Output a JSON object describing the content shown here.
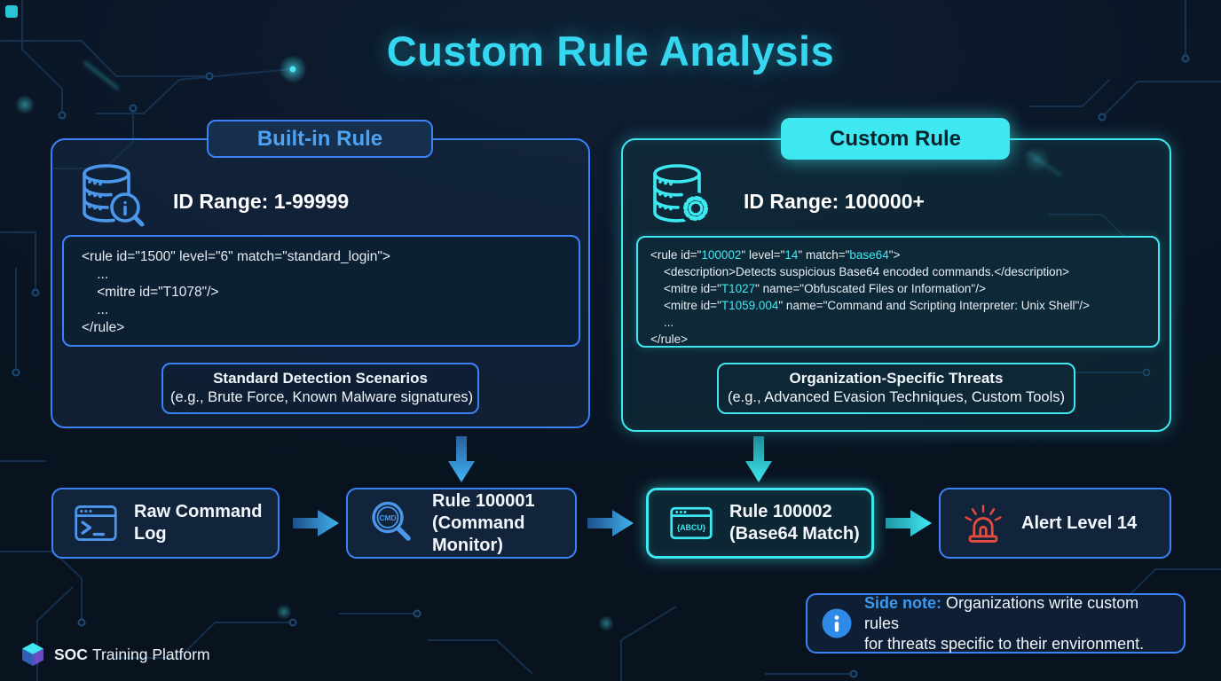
{
  "title": "Custom Rule Analysis",
  "colors": {
    "blue": "#3b82f6",
    "cyan": "#3de8f0",
    "red": "#e84c3d",
    "title_cyan": "#35d6f0"
  },
  "builtin_panel": {
    "tab": "Built-in Rule",
    "icon": "database-info-icon",
    "id_range": "ID Range: 1-99999",
    "code": [
      [
        {
          "t": "<rule id=\"1500\" level=\"6\" match=\"standard_login\">"
        }
      ],
      [
        {
          "t": "    ..."
        }
      ],
      [
        {
          "t": "    <mitre id=\"T1078\"/>"
        }
      ],
      [
        {
          "t": "    ..."
        }
      ],
      [
        {
          "t": "</rule>"
        }
      ]
    ],
    "scenario_title": "Standard Detection Scenarios",
    "scenario_subtitle": "(e.g., Brute Force, Known Malware signatures)"
  },
  "custom_panel": {
    "tab": "Custom Rule",
    "icon": "database-gear-icon",
    "id_range": "ID Range: 100000+",
    "code": [
      [
        {
          "t": "<rule id=\""
        },
        {
          "t": "100002",
          "hl": true
        },
        {
          "t": "\" level=\""
        },
        {
          "t": "14",
          "hl": true
        },
        {
          "t": "\" match=\""
        },
        {
          "t": "base64",
          "hl": true
        },
        {
          "t": "\">"
        }
      ],
      [
        {
          "t": "    <description>Detects suspicious Base64 encoded commands.</description>"
        }
      ],
      [
        {
          "t": "    <mitre id=\""
        },
        {
          "t": "T1027",
          "hl": true
        },
        {
          "t": "\" name=\"Obfuscated Files or Information\"/>"
        }
      ],
      [
        {
          "t": "    <mitre id=\""
        },
        {
          "t": "T1059.004",
          "hl": true
        },
        {
          "t": "\" name=\"Command and Scripting Interpreter: Unix Shell\"/>"
        }
      ],
      [
        {
          "t": "    ..."
        }
      ],
      [
        {
          "t": "</rule>"
        }
      ]
    ],
    "scenario_title": "Organization-Specific Threats",
    "scenario_subtitle": "(e.g., Advanced Evasion Techniques, Custom Tools)"
  },
  "flow": {
    "nodes": [
      {
        "line1": "Raw Command Log",
        "line2": "",
        "icon": "terminal-icon",
        "variant": "blue"
      },
      {
        "line1": "Rule 100001",
        "line2": "(Command Monitor)",
        "icon": "magnifier-cmd-icon",
        "icon_text": "CMD",
        "variant": "blue"
      },
      {
        "line1": "Rule 100002",
        "line2": "(Base64 Match)",
        "icon": "base64-window-icon",
        "icon_text": "{ABCU}",
        "variant": "cyan"
      },
      {
        "line1": "Alert Level 14",
        "line2": "",
        "icon": "siren-icon",
        "variant": "blue"
      }
    ]
  },
  "side_note": {
    "icon": "info-icon",
    "label": "Side note:",
    "text": "Organizations write custom rules for threats specific to their environment.",
    "text_line1": "Organizations write custom rules",
    "text_line2": "for threats specific to their environment."
  },
  "footer": {
    "icon": "cube-logo-icon",
    "brand_bold": "SOC",
    "brand_rest": "Training Platform"
  }
}
